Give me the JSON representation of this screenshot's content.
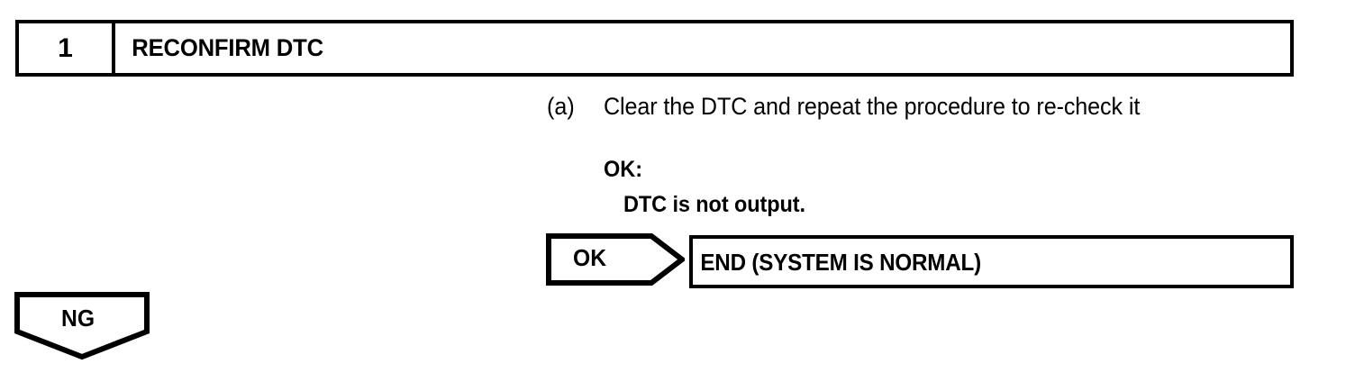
{
  "step": {
    "number": "1",
    "title": "RECONFIRM DTC"
  },
  "instruction": {
    "marker": "(a)",
    "text": "Clear the DTC and repeat the procedure to re-check it"
  },
  "result": {
    "label": "OK:",
    "detail": "DTC is not output."
  },
  "flow": {
    "ok_branch_label": "OK",
    "ok_branch_target": "END (SYSTEM IS NORMAL)",
    "ng_branch_label": "NG"
  },
  "colors": {
    "ink": "#000000",
    "paper": "#ffffff"
  }
}
